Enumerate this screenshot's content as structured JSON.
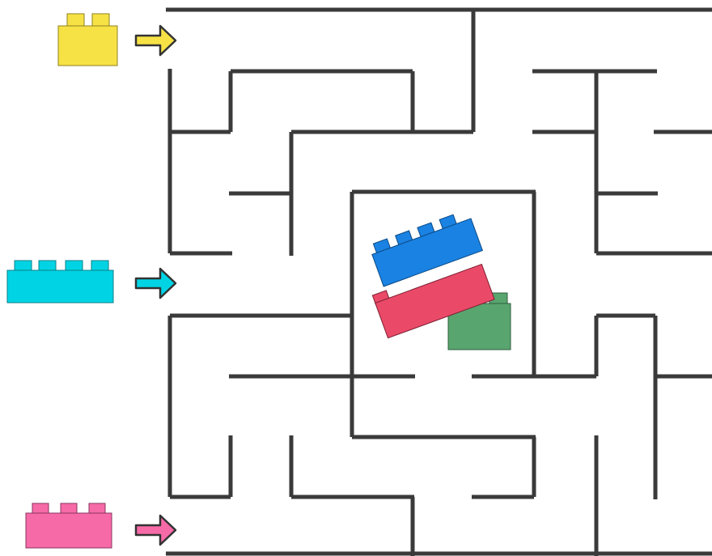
{
  "puzzle": {
    "type": "maze",
    "wall_color": "#3a3a3a",
    "background": "#ffffff",
    "start_pieces": [
      {
        "name": "yellow-brick",
        "color": "#f7e246",
        "studs": 2,
        "arrow_color": "#f7e246"
      },
      {
        "name": "cyan-brick",
        "color": "#00d4e4",
        "studs": 4,
        "arrow_color": "#00d4e4"
      },
      {
        "name": "pink-brick",
        "color": "#f76aa8",
        "studs": 3,
        "arrow_color": "#f76aa8"
      }
    ],
    "goal": {
      "bricks": [
        {
          "name": "green-brick",
          "color": "#59a56f"
        },
        {
          "name": "red-brick",
          "color": "#ea4a68"
        },
        {
          "name": "blue-brick",
          "color": "#1a82e2"
        }
      ]
    }
  }
}
